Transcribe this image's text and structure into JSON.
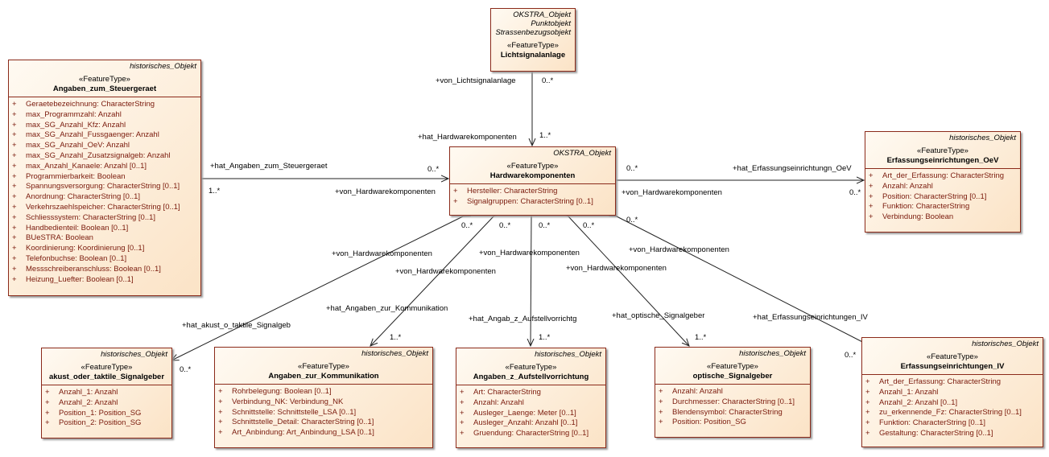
{
  "classes": [
    {
      "id": "lichtsignalanlage",
      "header": [
        "OKSTRA_Objekt",
        "Punktobjekt",
        "Strassenbezugsobjekt"
      ],
      "stereotype": "«FeatureType»",
      "name": "Lichtsignalanlage",
      "attributes": []
    },
    {
      "id": "steuergeraet",
      "header": [
        "historisches_Objekt"
      ],
      "stereotype": "«FeatureType»",
      "name": "Angaben_zum_Steuergeraet",
      "attributes": [
        "Geraetebezeichnung: CharacterString",
        "max_Programmzahl: Anzahl",
        "max_SG_Anzahl_Kfz: Anzahl",
        "max_SG_Anzahl_Fussgaenger: Anzahl",
        "max_SG_Anzahl_OeV: Anzahl",
        "max_SG_Anzahl_Zusatzsignalgeb: Anzahl",
        "max_Anzahl_Kanaele: Anzahl [0..1]",
        "Programmierbarkeit: Boolean",
        "Spannungsversorgung: CharacterString [0..1]",
        "Anordnung: CharacterString [0..1]",
        "Verkehrszaehlspeicher: CharacterString [0..1]",
        "Schliesssystem: CharacterString [0..1]",
        "Handbedienteil: Boolean [0..1]",
        "BUeSTRA: Boolean",
        "Koordinierung: Koordinierung [0..1]",
        "Telefonbuchse: Boolean [0..1]",
        "Messschreiberanschluss: Boolean [0..1]",
        "Heizung_Luefter: Boolean [0..1]"
      ]
    },
    {
      "id": "hardware",
      "header": [
        "OKSTRA_Objekt"
      ],
      "stereotype": "«FeatureType»",
      "name": "Hardwarekomponenten",
      "attributes": [
        "Hersteller: CharacterString",
        "Signalgruppen: CharacterString [0..1]"
      ]
    },
    {
      "id": "oev",
      "header": [
        "historisches_Objekt"
      ],
      "stereotype": "«FeatureType»",
      "name": "Erfassungseinrichtungen_OeV",
      "attributes": [
        "Art_der_Erfassung: CharacterString",
        "Anzahl: Anzahl",
        "Position: CharacterString [0..1]",
        "Funktion: CharacterString",
        "Verbindung: Boolean"
      ]
    },
    {
      "id": "akust",
      "header": [
        "historisches_Objekt"
      ],
      "stereotype": "«FeatureType»",
      "name": "akust_oder_taktile_Signalgeber",
      "attributes": [
        "Anzahl_1: Anzahl",
        "Anzahl_2: Anzahl",
        "Position_1: Position_SG",
        "Position_2: Position_SG"
      ]
    },
    {
      "id": "komm",
      "header": [
        "historisches_Objekt"
      ],
      "stereotype": "«FeatureType»",
      "name": "Angaben_zur_Kommunikation",
      "attributes": [
        "Rohrbelegung: Boolean [0..1]",
        "Verbindung_NK: Verbindung_NK",
        "Schnittstelle: Schnittstelle_LSA [0..1]",
        "Schnittstelle_Detail: CharacterString [0..1]",
        "Art_Anbindung: Art_Anbindung_LSA [0..1]"
      ]
    },
    {
      "id": "aufstell",
      "header": [
        "historisches_Objekt"
      ],
      "stereotype": "«FeatureType»",
      "name": "Angaben_z_Aufstellvorrichtung",
      "attributes": [
        "Art: CharacterString",
        "Anzahl: Anzahl",
        "Ausleger_Laenge: Meter [0..1]",
        "Ausleger_Anzahl: Anzahl [0..1]",
        "Gruendung: CharacterString [0..1]"
      ]
    },
    {
      "id": "optisch",
      "header": [
        "historisches_Objekt"
      ],
      "stereotype": "«FeatureType»",
      "name": "optische_Signalgeber",
      "attributes": [
        "Anzahl: Anzahl",
        "Durchmesser: CharacterString [0..1]",
        "Blendensymbol: CharacterString",
        "Position: Position_SG"
      ]
    },
    {
      "id": "iv",
      "header": [
        "historisches_Objekt"
      ],
      "stereotype": "«FeatureType»",
      "name": "Erfassungseinrichtungen_IV",
      "attributes": [
        "Art_der_Erfassung: CharacterString",
        "Anzahl_1: Anzahl",
        "Anzahl_2: Anzahl [0..1]",
        "zu_erkennende_Fz: CharacterString [0..1]",
        "Funktion: CharacterString [0..1]",
        "Gestaltung: CharacterString [0..1]"
      ]
    }
  ],
  "labels": {
    "von_lsa": "+von_Lichtsignalanlage",
    "m_lsa_top": "0..*",
    "hat_hw": "+hat_Hardwarekomponenten",
    "m_lsa_bot": "1..*",
    "hat_steuer": "+hat_Angaben_zum_Steuergeraet",
    "m_steuer_hw": "0..*",
    "m_steuer": "1..*",
    "von_hw_steuer": "+von_Hardwarekomponenten",
    "m_oev_hw": "0..*",
    "hat_oev": "+hat_Erfassungseinrichtungn_OeV",
    "von_hw_oev": "+von_Hardwarekomponenten",
    "m_oev": "0..*",
    "m_hw1": "0..*",
    "m_hw2": "0..*",
    "m_hw3": "0..*",
    "m_hw4": "0..*",
    "m_hw5": "0..*",
    "von_hw_a": "+von_Hardwarekomponenten",
    "von_hw_k": "+von_Hardwarekomponenten",
    "von_hw_f": "+von_Hardwarekomponenten",
    "von_hw_o": "+von_Hardwarekomponenten",
    "von_hw_i": "+von_Hardwarekomponenten",
    "hat_akust": "+hat_akust_o_taktile_Signalgeb",
    "m_akust": "0..*",
    "hat_komm": "+hat_Angaben_zur_Kommunikation",
    "m_komm": "1..*",
    "hat_aufstell": "+hat_Angab_z_Aufstellvorrichtg",
    "m_aufstell": "1..*",
    "hat_opt": "+hat_optische_Signalgeber",
    "m_opt": "1..*",
    "hat_iv": "+hat_Erfassungseinrichtungen_IV",
    "m_iv": "0..*"
  },
  "colors": {
    "border": "#8b2a1a",
    "attribute_text": "#7a1a0c",
    "fill_start": "#fffaf2",
    "fill_end": "#fbe3c6"
  }
}
